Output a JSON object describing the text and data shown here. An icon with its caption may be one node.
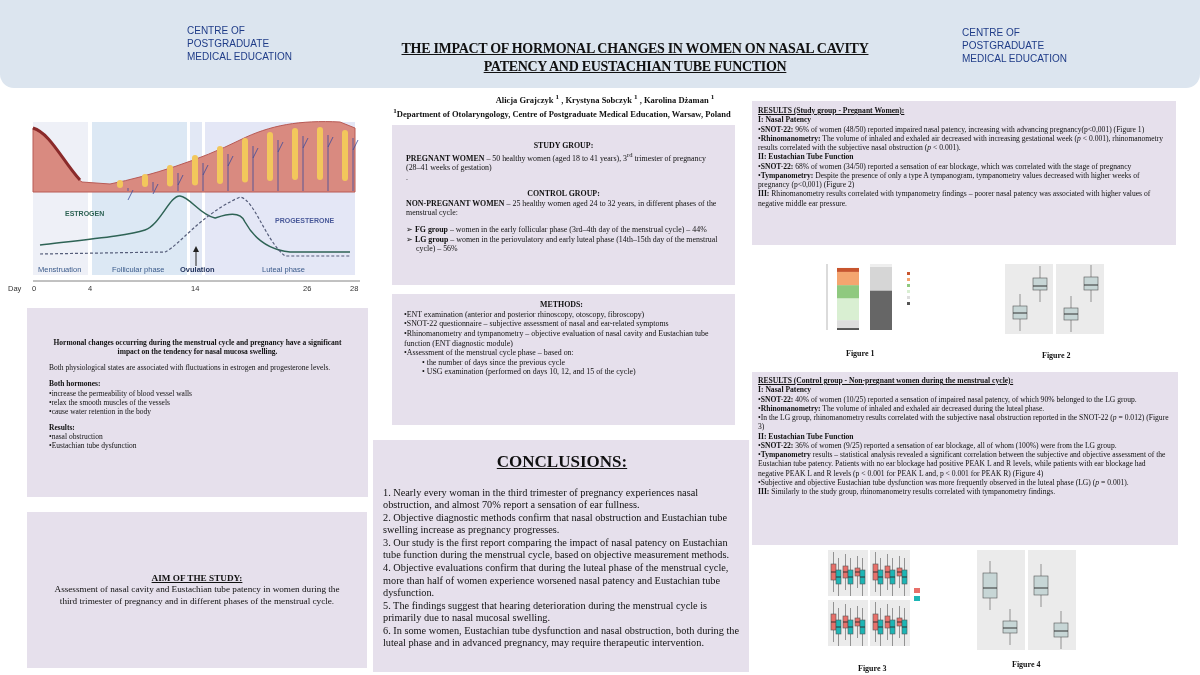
{
  "diagram": {
    "title": "THE IMPACT OF HORMONAL CHANGES IN WOMEN ON NASAL CAVITY PATENCY AND EUSTACHIAN TUBE FUNCTION",
    "nodes": [
      {
        "text": [
          "Hormonal changes occurring during the menstrual cycle and pregnancy have a significant impact on the tendency for nasal mucosa swelling.",
          "Both physiological states are associated with fluctuations in estrogen and progesterone levels.",
          "Both hormones:",
          "•increase the permeability of blood vessel walls",
          "•relax the smooth muscles of the vessels",
          "•cause water retention in the body",
          "Results:",
          "•nasal obstruction",
          "•Eustachian tube dysfunction"
        ]
      },
      {
        "text": [
          "AIM OF THE STUDY:",
          "Assessment of nasal cavity and Eustachian tube patency in women during the third trimester of pregnancy and in different phases of the menstrual cycle."
        ]
      },
      {
        "text": [
          "STUDY GROUP:",
          "**PREGNANT WOMEN** – 50 healthy women (aged 18 to 41 years), 3$^{rd}$ trimester of pregnancy (28–41 weeks of gestation)",
          ".",
          "CONTROL GROUP:",
          "**NON-PREGNANT WOMEN** – 25 healthy women aged 24 to 32 years, in different phases of the menstrual cycle:",
          "➢ **FG group** – women in the early follicular phase (3rd–4th day of the menstrual cycle) – 44%",
          "➢ **LG group** – women in the periovulatory and early luteal phase (14th–15th day of the menstrual cycle) – 56%"
        ]
      },
      {
        "text": [
          "METHODS:",
          "•ENT examination (anterior and posterior rhinoscopy, otoscopy, fibroscopy)",
          "•SNOT-22 questionnaire – subjective assessment of nasal and ear-related symptoms",
          "•Rhinomanometry and tympanometry – objective evaluation of nasal cavity and Eustachian tube function (ENT diagnostic module)",
          "•Assessment of the menstrual cycle phase – based on:",
          "• the number of days since the previous cycle",
          "• USG examination (performed on days 10, 12, and 15 of the cycle)"
        ]
      },
      {
        "text": [
          "CONCLUSIONS:",
          "1. Nearly every woman in the third trimester of pregnancy experiences nasal obstruction, and almost 70% report a sensation of ear fullness.",
          "2. Objective diagnostic methods confirm that nasal obstruction and Eustachian tube swelling increase as pregnancy progresses.",
          "3. Our study is the first report comparing the impact of nasal patency on Eustachian tube function during the menstrual cycle, based on objective measurement methods.",
          "4. Objective evaluations confirm that during the luteal phase of the menstrual cycle, more than half of women experience worsened nasal patency and Eustachian tube dysfunction.",
          "5. The findings suggest that hearing deterioration during the menstrual cycle is primarily due to nasal mucosal swelling.",
          "6. In some women, Eustachian tube dysfunction and nasal obstruction, both during the luteal phase and in advanced pregnancy, may require therapeutic intervention."
        ]
      },
      {
        "text": [
          "RESULTS (Study group - Pregnant Women):",
          "I: Nasal Patency",
          "•**SNOT-22:** 96% of women (48/50) reported impaired nasal patency, increasing with advancing pregnancy(p<0,001) (Figure 1)",
          "•**Rhinomanometry:** The volume of inhaled and exhaled air decreased with increasing gestational week (*p* < 0.001), rhinomanometry results correlated with the subjective nasal obstruction (*p* < 0.001).",
          "II: Eustachian Tube Function",
          "•**SNOT-22:** 68% of women (34/50) reported a sensation of ear blockage, which was correlated with the stage of pregnancy",
          "•**Tympanometry:** Despite the presence of only a type A tympanogram, tympanometry values decreased with higher weeks of pregnancy (p<0,001) (Figure 2)",
          "**III:** Rhinomanometry results correlated with tympanometry findings – poorer nasal patency was associated with higher values of negative middle ear pressure."
        ]
      },
      {
        "text": [
          "RESULTS (Control group - Non-pregnant women during the menstrual cycle):",
          "I: Nasal Patency",
          "•**SNOT-22:** 40% of women (10/25) reported a sensation of impaired nasal patency, of which 90% belonged to the LG group.",
          "•**Rhinomanometry:** The volume of inhaled and exhaled air decreased during the luteal phase.",
          "•In the LG group, rhinomanometry results correlated with the subjective nasal obstruction reported in the SNOT-22 (*p* = 0.012) (Figure 3)",
          "II: Eustachian Tube Function",
          "•**SNOT-22:** 36% of women (9/25) reported a sensation of ear blockage, all of whom (100%) were from the LG group.",
          "•**Tympanometry** results – statistical analysis revealed a significant correlation between the subjective and objective assessment of the Eustachian tube patency. Patients with no ear blockage had positive PEAK L and R levels, while patients with ear blockage had negative PEAK L and R levels (p < 0.001 for PEAK L and, p < 0.001 for PEAK R) (Figure 4)",
          "•Subjective and objective Eustachian tube dysfunction was more frequently observed in the luteal phase (LG) (*p* = 0.001).",
          "**III:** Similarly to the study group, rhinomanometry results correlated with tympanometry findings."
        ]
      }
    ],
    "labels": [
      "CENTRE OF POSTGRADUATE MEDICAL EDUCATION",
      "CENTRE OF POSTGRADUATE MEDICAL EDUCATION",
      "Alicja Grajczyk $^{1}$ , Krystyna Sobczyk $^{1}$ , Karolina Dżaman $^{1}$",
      "$^{1}$Department of Otolaryngology, Centre of Postgraduate Medical Education,  Warsaw, Poland",
      "ESTROGEN",
      "PROGESTERONE",
      "Menstruation",
      "Follicular phase",
      "Ovulation",
      "Luteal phase",
      "Day",
      "0",
      "4",
      "14",
      "26",
      "28",
      "Figure 1",
      "Figure 2",
      "Figure 3",
      "Figure 4"
    ]
  }
}
